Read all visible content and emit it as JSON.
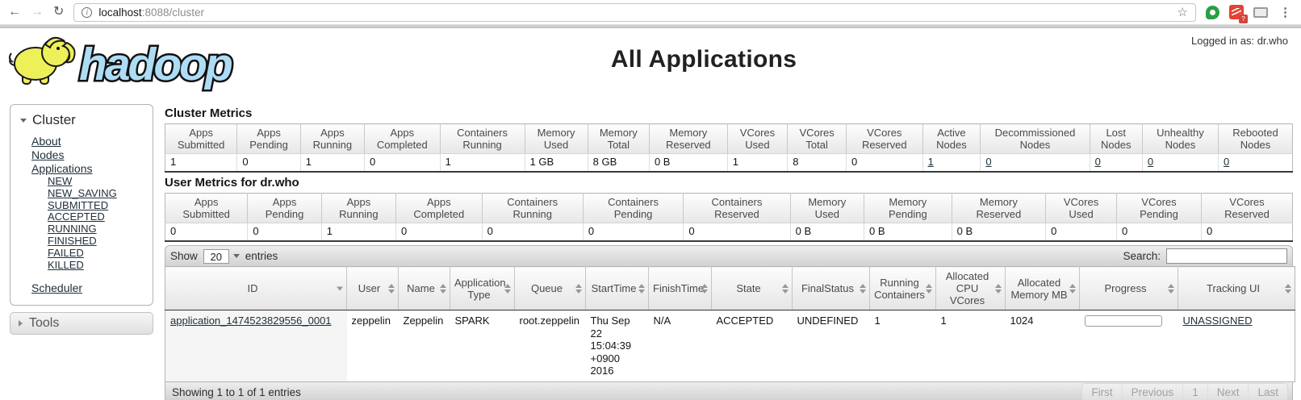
{
  "browser": {
    "url_host": "localhost",
    "url_path": ":8088/cluster",
    "ext_badge": "?"
  },
  "header": {
    "logo_text": "hadoop",
    "title": "All Applications",
    "logged_in_text": "Logged in as: dr.who"
  },
  "sidebar": {
    "cluster_title": "Cluster",
    "links": [
      "About",
      "Nodes",
      "Applications"
    ],
    "app_states": [
      "NEW",
      "NEW_SAVING",
      "SUBMITTED",
      "ACCEPTED",
      "RUNNING",
      "FINISHED",
      "FAILED",
      "KILLED"
    ],
    "scheduler_label": "Scheduler",
    "tools_label": "Tools"
  },
  "cluster_metrics": {
    "heading": "Cluster Metrics",
    "columns": [
      "Apps Submitted",
      "Apps Pending",
      "Apps Running",
      "Apps Completed",
      "Containers Running",
      "Memory Used",
      "Memory Total",
      "Memory Reserved",
      "VCores Used",
      "VCores Total",
      "VCores Reserved",
      "Active Nodes",
      "Decommissioned Nodes",
      "Lost Nodes",
      "Unhealthy Nodes",
      "Rebooted Nodes"
    ],
    "values": [
      "1",
      "0",
      "1",
      "0",
      "1",
      "1 GB",
      "8 GB",
      "0 B",
      "1",
      "8",
      "0",
      "1",
      "0",
      "0",
      "0",
      "0"
    ]
  },
  "user_metrics": {
    "heading": "User Metrics for dr.who",
    "columns": [
      "Apps Submitted",
      "Apps Pending",
      "Apps Running",
      "Apps Completed",
      "Containers Running",
      "Containers Pending",
      "Containers Reserved",
      "Memory Used",
      "Memory Pending",
      "Memory Reserved",
      "VCores Used",
      "VCores Pending",
      "VCores Reserved"
    ],
    "values": [
      "0",
      "0",
      "1",
      "0",
      "0",
      "0",
      "0",
      "0 B",
      "0 B",
      "0 B",
      "0",
      "0",
      "0"
    ]
  },
  "apps_table": {
    "show_label": "Show",
    "page_size": "20",
    "entries_label": "entries",
    "search_label": "Search:",
    "search_value": "",
    "columns": [
      "ID",
      "User",
      "Name",
      "Application Type",
      "Queue",
      "StartTime",
      "FinishTime",
      "State",
      "FinalStatus",
      "Running Containers",
      "Allocated CPU VCores",
      "Allocated Memory MB",
      "Progress",
      "Tracking UI"
    ],
    "row": {
      "id": "application_1474523829556_0001",
      "user": "zeppelin",
      "name": "Zeppelin",
      "application_type": "SPARK",
      "queue": "root.zeppelin",
      "start_time": "Thu Sep 22 15:04:39 +0900 2016",
      "finish_time": "N/A",
      "state": "ACCEPTED",
      "final_status": "UNDEFINED",
      "running_containers": "1",
      "allocated_cpu_vcores": "1",
      "allocated_memory_mb": "1024",
      "progress_percent": 0,
      "tracking_ui": "UNASSIGNED"
    },
    "footer_status": "Showing 1 to 1 of 1 entries",
    "pagination": [
      "First",
      "Previous",
      "1",
      "Next",
      "Last"
    ]
  }
}
